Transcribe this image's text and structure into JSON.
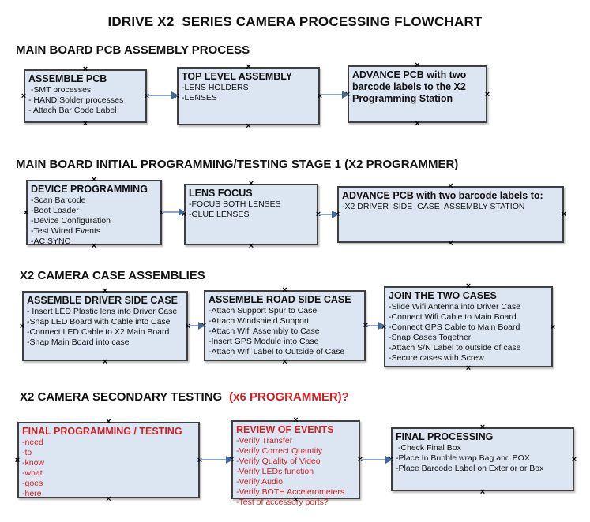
{
  "title": "IDRIVE X2  SERIES CAMERA PROCESSING FLOWCHART",
  "colors": {
    "box_fill": "#dce6f2",
    "box_border": "#3f3f3f",
    "arrow_line": "#8ea6c8",
    "arrow_head": "#44699d",
    "red": "#cc2327",
    "text": "#111111"
  },
  "sections": [
    {
      "header": {
        "text": "MAIN BOARD PCB ASSEMBLY PROCESS",
        "accent": ""
      },
      "boxes": [
        {
          "title": "ASSEMBLE PCB",
          "color": "black",
          "items": [
            " -SMT processes",
            "- HAND Solder processes",
            "- Attach Bar Code Label"
          ]
        },
        {
          "title": "TOP LEVEL ASSEMBLY",
          "color": "black",
          "items": [
            "-LENS HOLDERS",
            "-LENSES"
          ]
        },
        {
          "title": "ADVANCE PCB with two barcode labels to the X2 Programming Station",
          "color": "black",
          "items": []
        }
      ]
    },
    {
      "header": {
        "text": "MAIN BOARD INITIAL PROGRAMMING/TESTING STAGE 1 (X2 PROGRAMMER)",
        "accent": ""
      },
      "boxes": [
        {
          "title": "DEVICE PROGRAMMING",
          "color": "black",
          "items": [
            "-Scan Barcode",
            "-Boot Loader",
            "-Device Configuration",
            "-Test Wired Events",
            "-AC SYNC"
          ]
        },
        {
          "title": "LENS FOCUS",
          "color": "black",
          "items": [
            "-FOCUS BOTH LENSES",
            "-GLUE LENSES"
          ]
        },
        {
          "title": "ADVANCE PCB with two barcode labels to:",
          "color": "black",
          "items": [
            "-X2 DRIVER  SIDE  CASE  ASSEMBLY STATION"
          ]
        }
      ]
    },
    {
      "header": {
        "text": "X2 CAMERA CASE ASSEMBLIES",
        "accent": ""
      },
      "boxes": [
        {
          "title": "ASSEMBLE DRIVER SIDE CASE",
          "color": "black",
          "items": [
            "- Insert LED Plastic lens into Driver Case",
            "-Snap LED Board with Cable into Case",
            "-Connect LED Cable to X2 Main Board",
            "-Snap Main Board into case"
          ]
        },
        {
          "title": "ASSEMBLE ROAD SIDE CASE",
          "color": "black",
          "items": [
            "-Attach Support Spur to Case",
            "-Attach Windshield Support",
            "-Attach Wifi Assembly to Case",
            "-Insert GPS Module into Case",
            "-Attach Wifi Label to Outside of Case"
          ]
        },
        {
          "title": "JOIN THE TWO CASES",
          "color": "black",
          "items": [
            "-Slide Wifi Antenna into Driver Case",
            "-Connect Wifi Cable to Main Board",
            "-Connect GPS Cable to Main Board",
            "-Snap Cases Together",
            "-Attach S/N Label to outside of case",
            "-Secure cases with Screw"
          ]
        }
      ]
    },
    {
      "header": {
        "text": "X2 CAMERA SECONDARY TESTING",
        "accent": "(x6 PROGRAMMER)?"
      },
      "boxes": [
        {
          "title": "FINAL PROGRAMMING / TESTING",
          "color": "red",
          "items": [
            "-need",
            "-to",
            "-know",
            "-what",
            "-goes",
            "-here"
          ]
        },
        {
          "title": "REVIEW OF EVENTS",
          "color": "red",
          "items": [
            "-Verify Transfer",
            "-Verify Correct Quantity",
            "-Verify Quality of Video",
            "-Verify LEDs function",
            "-Verify Audio",
            "-Verify BOTH Accelerometers",
            "-Test of accessory ports?"
          ]
        },
        {
          "title": "FINAL PROCESSING",
          "color": "black",
          "items": [
            " -Check Final Box",
            "-Place In Bubble wrap Bag and BOX",
            "-Place Barcode Label on Exterior or Box"
          ]
        }
      ]
    }
  ]
}
